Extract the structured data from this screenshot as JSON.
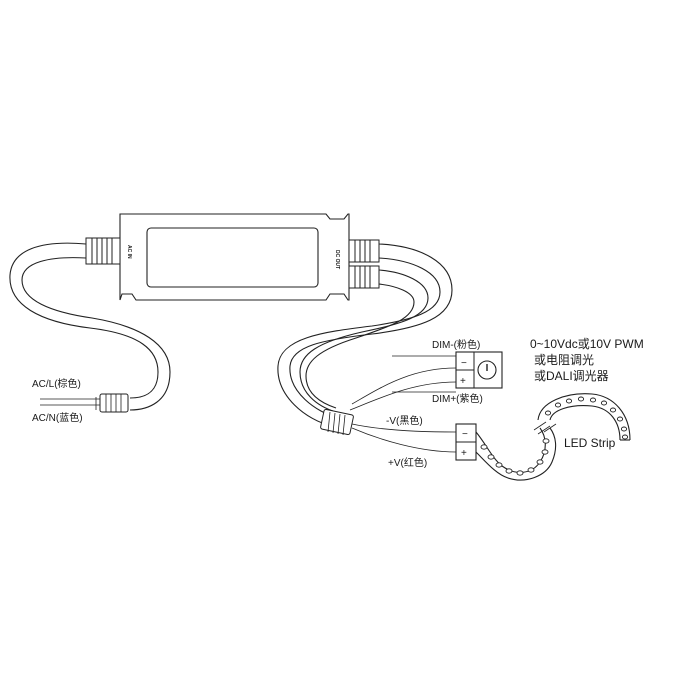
{
  "driver": {
    "input_mark": "AC IN",
    "output_mark": "DC OUT"
  },
  "input_wires": {
    "line_label": "AC/L(棕色)",
    "neutral_label": "AC/N(蓝色)"
  },
  "dimmer": {
    "dim_minus_label": "DIM-(粉色)",
    "dim_plus_label": "DIM+(紫色)",
    "minus_sign": "−",
    "plus_sign": "+",
    "options": [
      "0~10Vdc或10V PWM",
      "或电阻调光",
      "或DALI调光器"
    ]
  },
  "output_wires": {
    "v_minus_label": "-V(黑色)",
    "v_plus_label": "+V(红色)",
    "minus_sign": "−",
    "plus_sign": "+"
  },
  "led_strip": {
    "label": "LED Strip"
  }
}
